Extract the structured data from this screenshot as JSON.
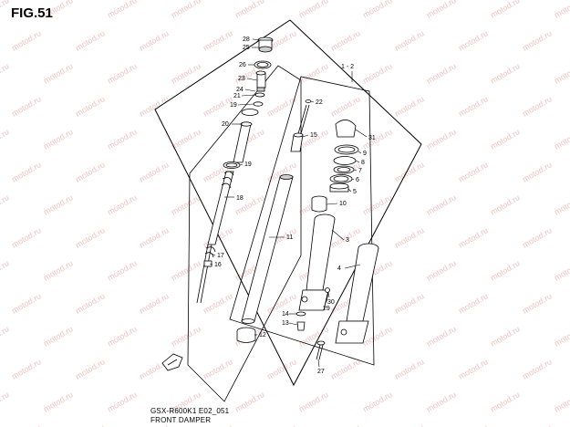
{
  "figure": {
    "title": "FIG.51"
  },
  "footer": {
    "code": "GSX-R600K1 E02_051",
    "name": "FRONT DAMPER"
  },
  "watermark": {
    "text": "motod.ru",
    "color": "#f2c4c4"
  },
  "colors": {
    "line": "#000000",
    "shade": "#cfcfcf"
  },
  "callouts": [
    {
      "id": "28",
      "label": "28"
    },
    {
      "id": "25",
      "label": "25"
    },
    {
      "id": "26",
      "label": "26"
    },
    {
      "id": "23",
      "label": "23"
    },
    {
      "id": "24",
      "label": "24"
    },
    {
      "id": "21",
      "label": "21"
    },
    {
      "id": "19a",
      "label": "19"
    },
    {
      "id": "20",
      "label": "20"
    },
    {
      "id": "19b",
      "label": "19"
    },
    {
      "id": "18",
      "label": "18"
    },
    {
      "id": "17",
      "label": "17"
    },
    {
      "id": "16",
      "label": "16"
    },
    {
      "id": "22",
      "label": "22"
    },
    {
      "id": "15",
      "label": "15"
    },
    {
      "id": "11",
      "label": "11"
    },
    {
      "id": "12",
      "label": "12"
    },
    {
      "id": "14",
      "label": "14"
    },
    {
      "id": "13",
      "label": "13"
    },
    {
      "id": "1-2",
      "label": "1 - 2"
    },
    {
      "id": "31",
      "label": "31"
    },
    {
      "id": "9",
      "label": "9"
    },
    {
      "id": "8",
      "label": "8"
    },
    {
      "id": "7",
      "label": "7"
    },
    {
      "id": "6",
      "label": "6"
    },
    {
      "id": "5",
      "label": "5"
    },
    {
      "id": "10",
      "label": "10"
    },
    {
      "id": "3",
      "label": "3"
    },
    {
      "id": "4",
      "label": "4"
    },
    {
      "id": "30",
      "label": "30"
    },
    {
      "id": "29",
      "label": "29"
    },
    {
      "id": "27",
      "label": "27"
    }
  ]
}
